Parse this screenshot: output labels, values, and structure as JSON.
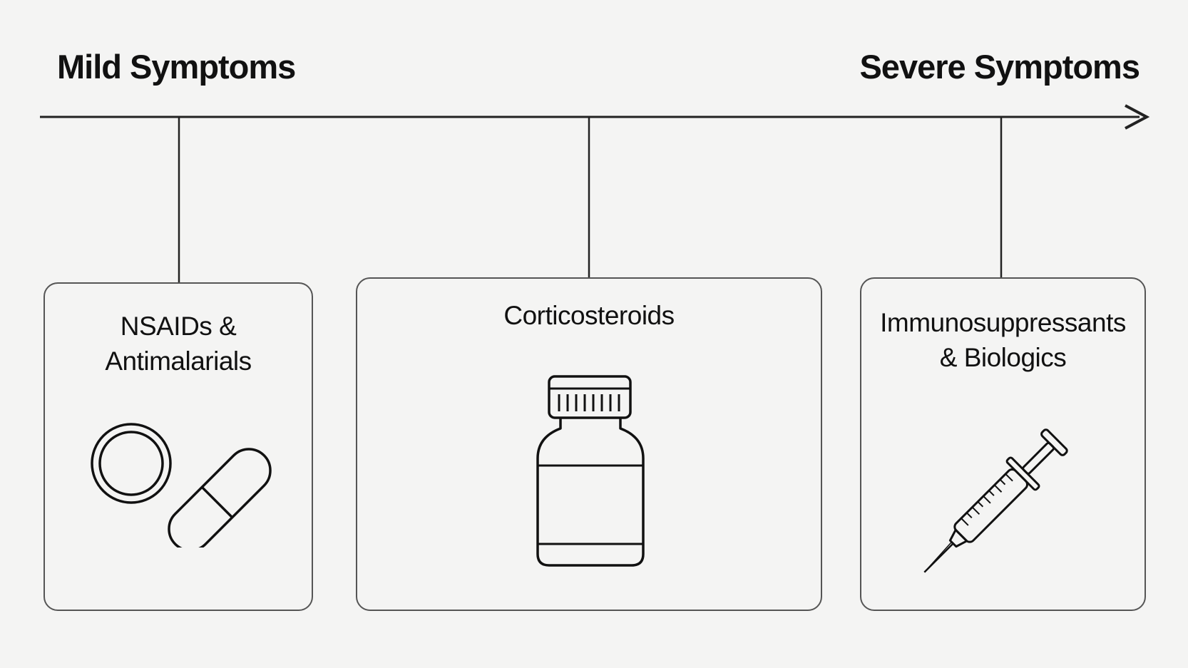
{
  "scale": {
    "start_label": "Mild Symptoms",
    "end_label": "Severe Symptoms"
  },
  "treatments": [
    {
      "title_lines": [
        "NSAIDs &",
        "Antimalarials"
      ],
      "icon": "pill-and-capsule-icon"
    },
    {
      "title_lines": [
        "Corticosteroids"
      ],
      "icon": "medicine-bottle-icon"
    },
    {
      "title_lines": [
        "Immunosuppressants",
        "& Biologics"
      ],
      "icon": "syringe-icon"
    }
  ],
  "colors": {
    "line": "#222222",
    "card_border": "#555555",
    "background": "#f4f4f3"
  }
}
